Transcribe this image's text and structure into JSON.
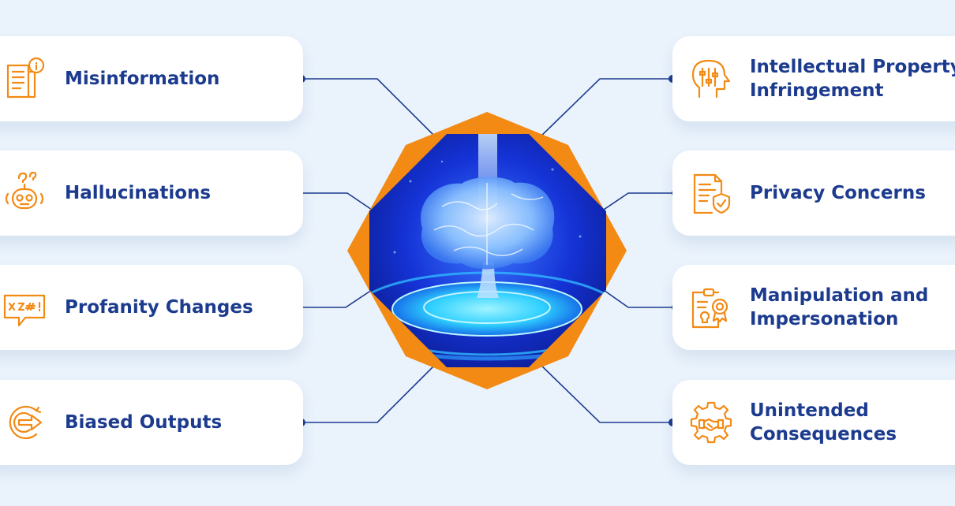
{
  "theme": {
    "accent": "#f28a14",
    "text": "#1c3b8f",
    "line": "#1c3b8f",
    "background": "#eaf3fc",
    "card": "#ffffff"
  },
  "left_items": [
    {
      "label": "Misinformation",
      "icon": "document-info-icon"
    },
    {
      "label": "Hallucinations",
      "icon": "confused-robot-icon"
    },
    {
      "label": "Profanity Changes",
      "icon": "censored-speech-bubble-icon"
    },
    {
      "label": "Biased Outputs",
      "icon": "circular-arrow-icon"
    }
  ],
  "right_items": [
    {
      "label": "Intellectual Property\nInfringement",
      "icon": "head-sliders-icon"
    },
    {
      "label": "Privacy Concerns",
      "icon": "document-shield-icon"
    },
    {
      "label": "Manipulation and\nImpersonation",
      "icon": "clipboard-award-icon"
    },
    {
      "label": "Unintended\nConsequences",
      "icon": "gear-handshake-icon"
    }
  ],
  "center": {
    "image": "glowing-brain-icon"
  }
}
